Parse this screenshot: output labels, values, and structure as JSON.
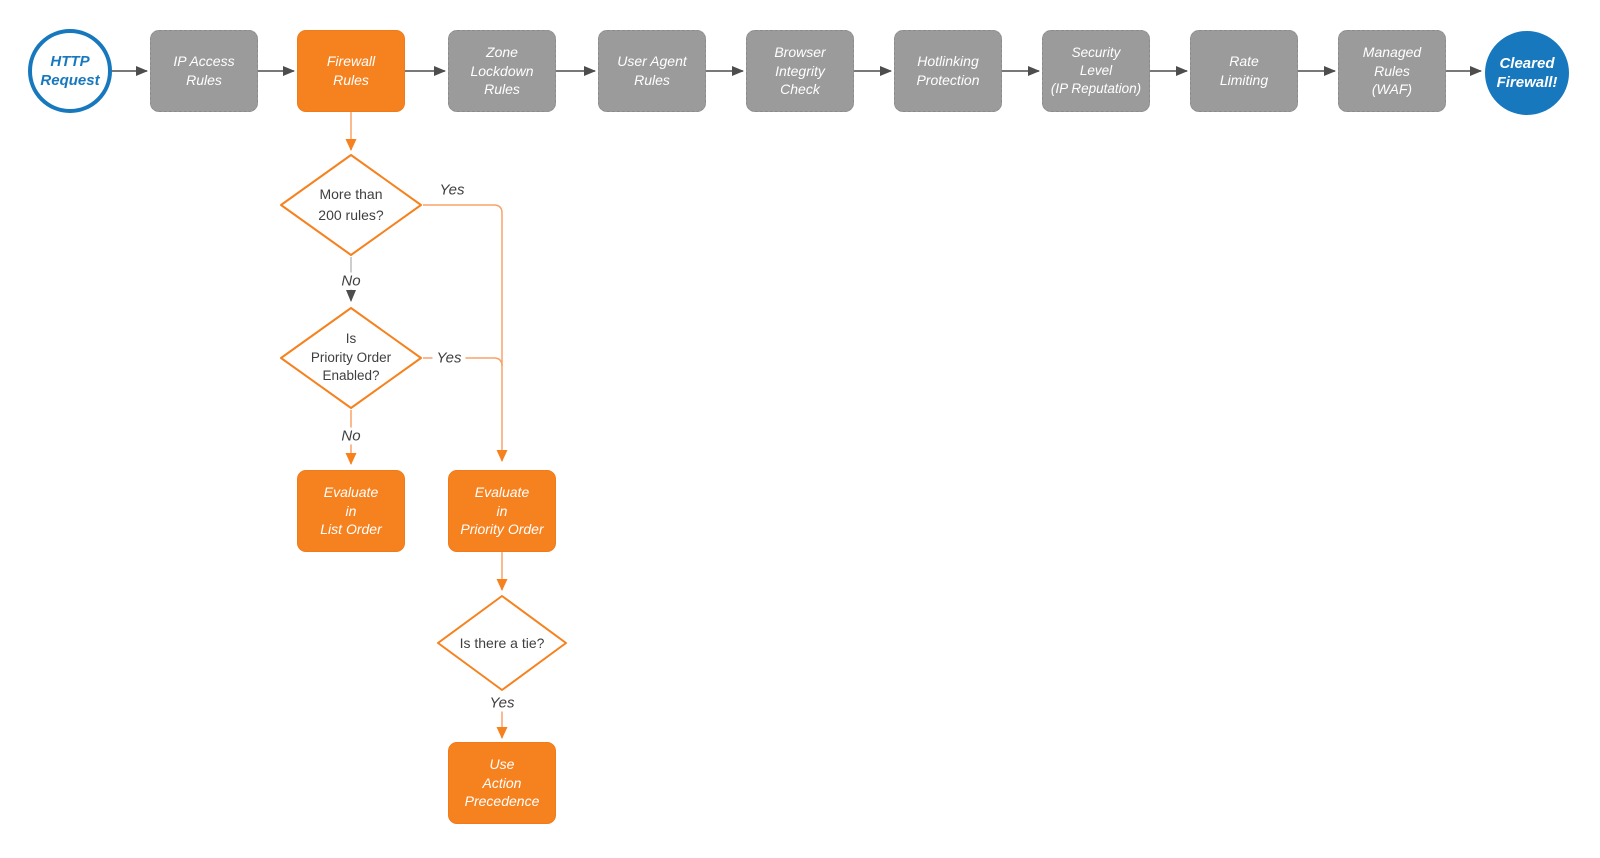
{
  "diagram": {
    "description": "Firewall HTTP request processing flowchart",
    "colors": {
      "accent_orange": "#f6821f",
      "orange_connector": "#f8a268",
      "gray_node": "#9b9b9b",
      "dark_arrow": "#4d4d4d",
      "gray_connector": "#b9b9b9",
      "brand_blue": "#1778be",
      "text_dark": "#3f3f3f",
      "text_light": "#ffffff"
    },
    "nodes": {
      "http_request": {
        "label": "HTTP\nRequest"
      },
      "ip_access": {
        "label": "IP Access\nRules"
      },
      "firewall_rules": {
        "label": "Firewall\nRules"
      },
      "zone_lockdown": {
        "label": "Zone\nLockdown\nRules"
      },
      "user_agent": {
        "label": "User Agent\nRules"
      },
      "browser_integrity": {
        "label": "Browser\nIntegrity\nCheck"
      },
      "hotlinking": {
        "label": "Hotlinking\nProtection"
      },
      "security_level": {
        "label": "Security\nLevel\n(IP Reputation)"
      },
      "rate_limiting": {
        "label": "Rate\nLimiting"
      },
      "managed_rules": {
        "label": "Managed\nRules\n(WAF)"
      },
      "cleared_firewall": {
        "label": "Cleared\nFirewall!"
      },
      "decision_rule_count": {
        "label": "More than\n200 rules?"
      },
      "decision_priority_enabled": {
        "label": "Is\nPriority Order\nEnabled?"
      },
      "decision_tie": {
        "label": "Is there a tie?"
      },
      "evaluate_list_order": {
        "label": "Evaluate\nin\nList Order"
      },
      "evaluate_priority_order": {
        "label": "Evaluate\nin\nPriority Order"
      },
      "use_action_precedence": {
        "label": "Use\nAction\nPrecedence"
      }
    },
    "edge_labels": {
      "rule_count_yes": "Yes",
      "rule_count_no": "No",
      "priority_enabled_yes": "Yes",
      "priority_enabled_no": "No",
      "tie_yes": "Yes"
    }
  }
}
